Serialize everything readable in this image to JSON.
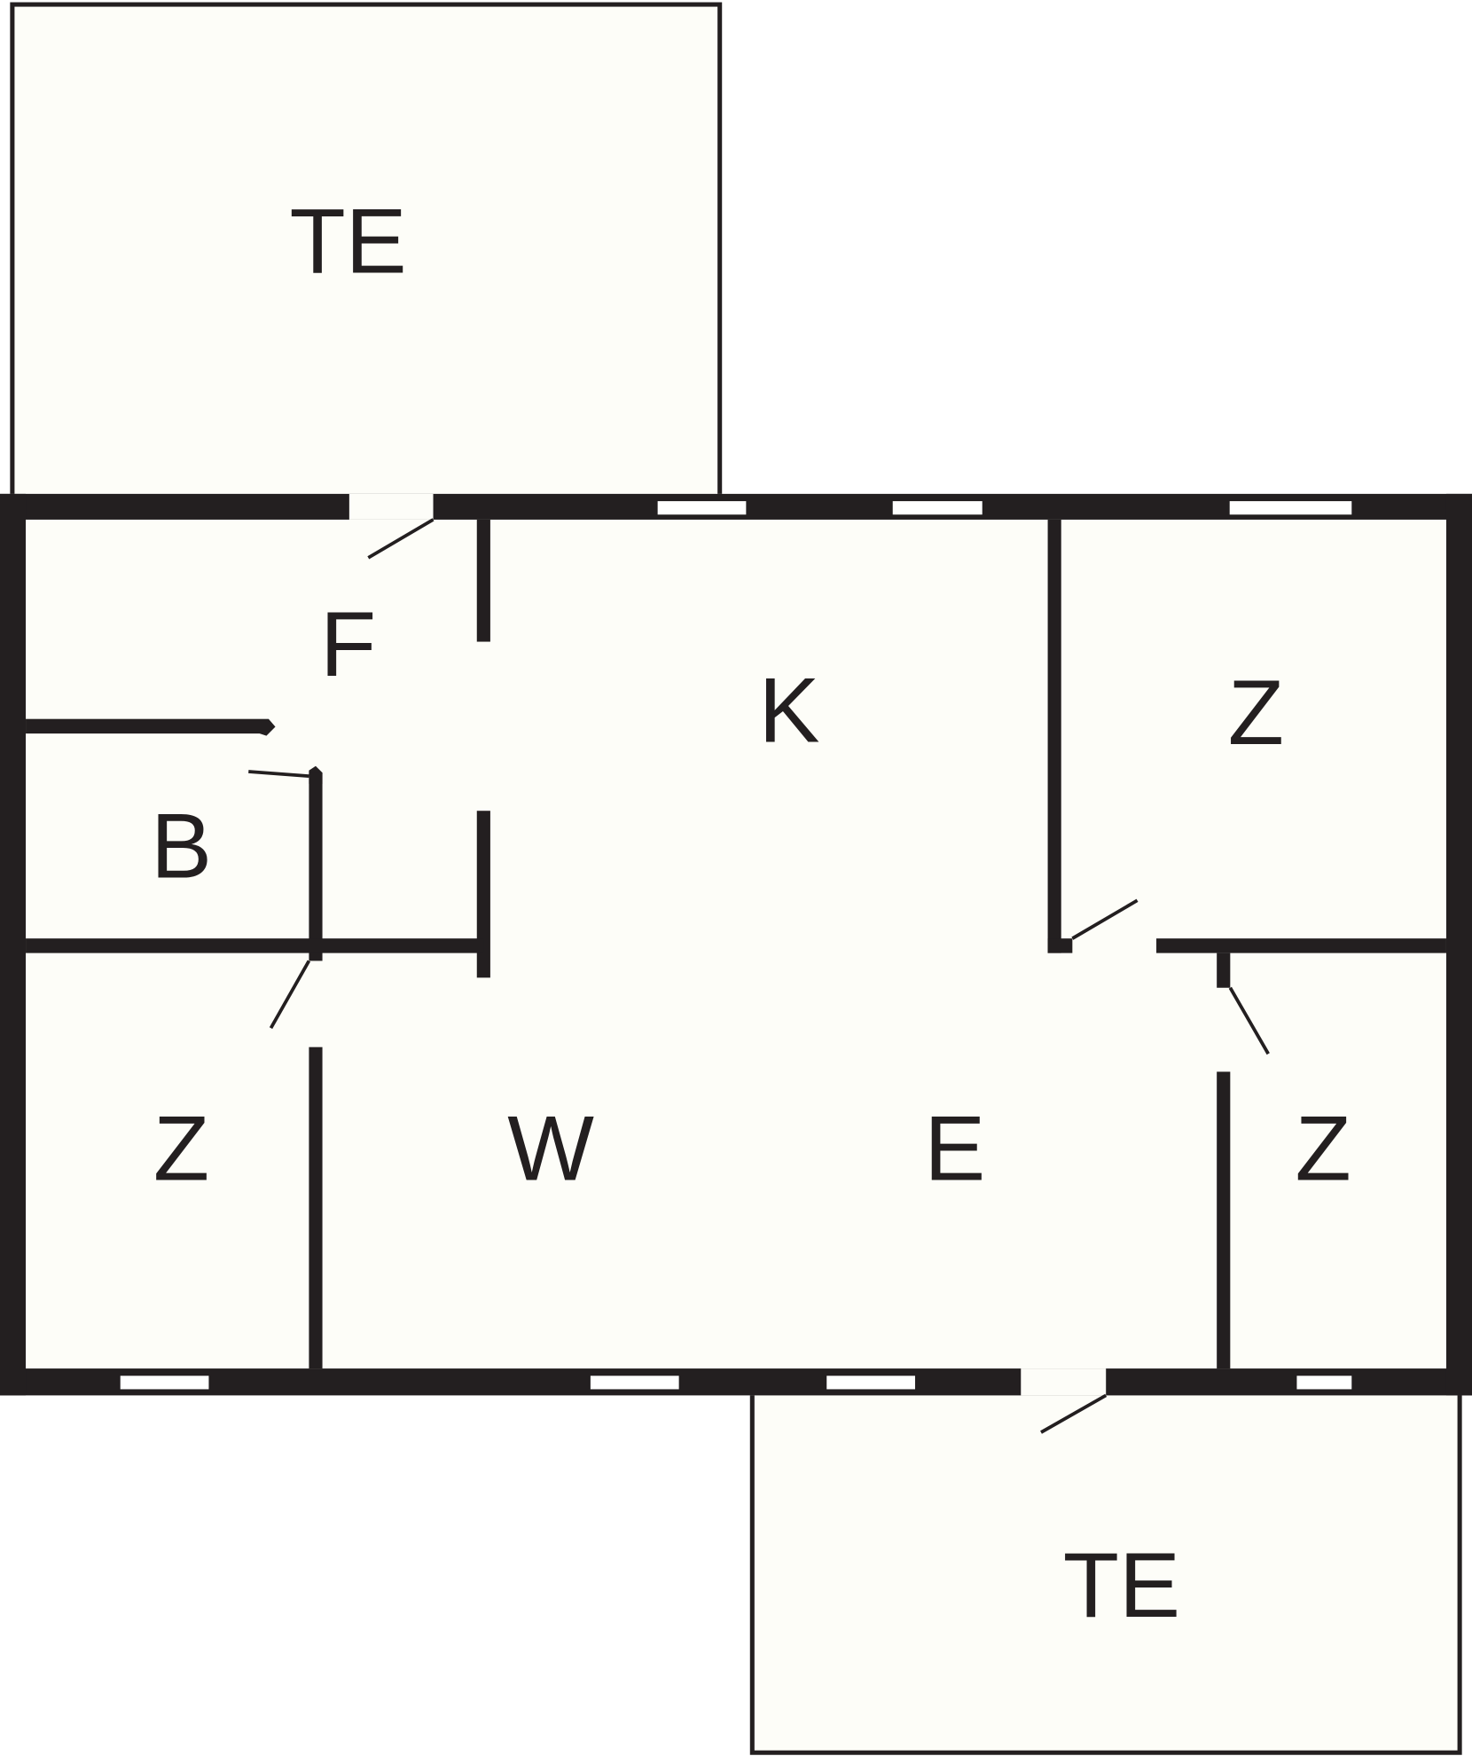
{
  "plan": {
    "colors": {
      "wall": "#231f20",
      "floor": "#fdfdf8",
      "background": "#ffffff"
    },
    "rooms": {
      "terrace_top": "TE",
      "hall": "F",
      "kitchen": "K",
      "room_top_right": "Z",
      "bathroom": "B",
      "room_left": "Z",
      "living": "W",
      "dining": "E",
      "room_right": "Z",
      "terrace_bottom": "TE"
    }
  }
}
